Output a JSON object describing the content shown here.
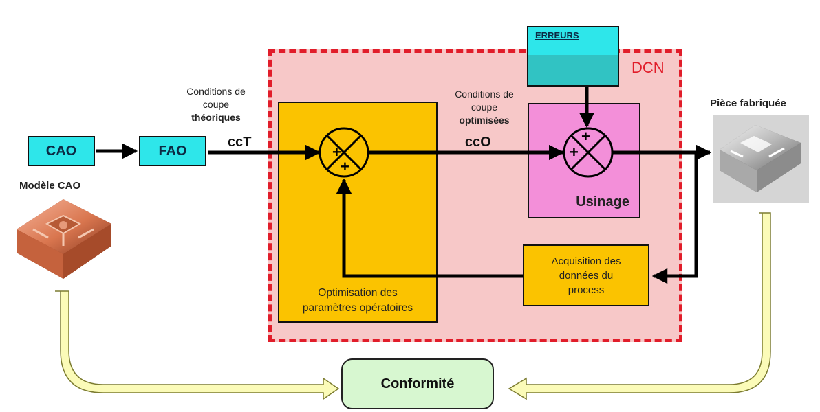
{
  "dcn_label": "DCN",
  "cao": "CAO",
  "fao": "FAO",
  "modele_cao": "Modèle CAO",
  "errors_label": "ERREURS",
  "conditions_theoriques": [
    "Conditions de",
    "coupe",
    "théoriques"
  ],
  "cct": "ccT",
  "conditions_optimisees": [
    "Conditions de",
    "coupe",
    "optimisées"
  ],
  "cco": "ccO",
  "optimisation": [
    "Optimisation des",
    "paramètres opératoires"
  ],
  "usinage": "Usinage",
  "acquisition": [
    "Acquisition des",
    "données du",
    "process"
  ],
  "piece_fabriquee": "Pièce fabriquée",
  "conformite": "Conformité",
  "colors": {
    "cyan": "#2ee6ea",
    "orange": "#fbc300",
    "pink": "#f38fd9",
    "dcn_fill": "#f7c8c8",
    "dcn_border": "#e11d2a",
    "conformite_fill": "#d7f7d0",
    "feedback_arrow": "#fbfbb8"
  }
}
